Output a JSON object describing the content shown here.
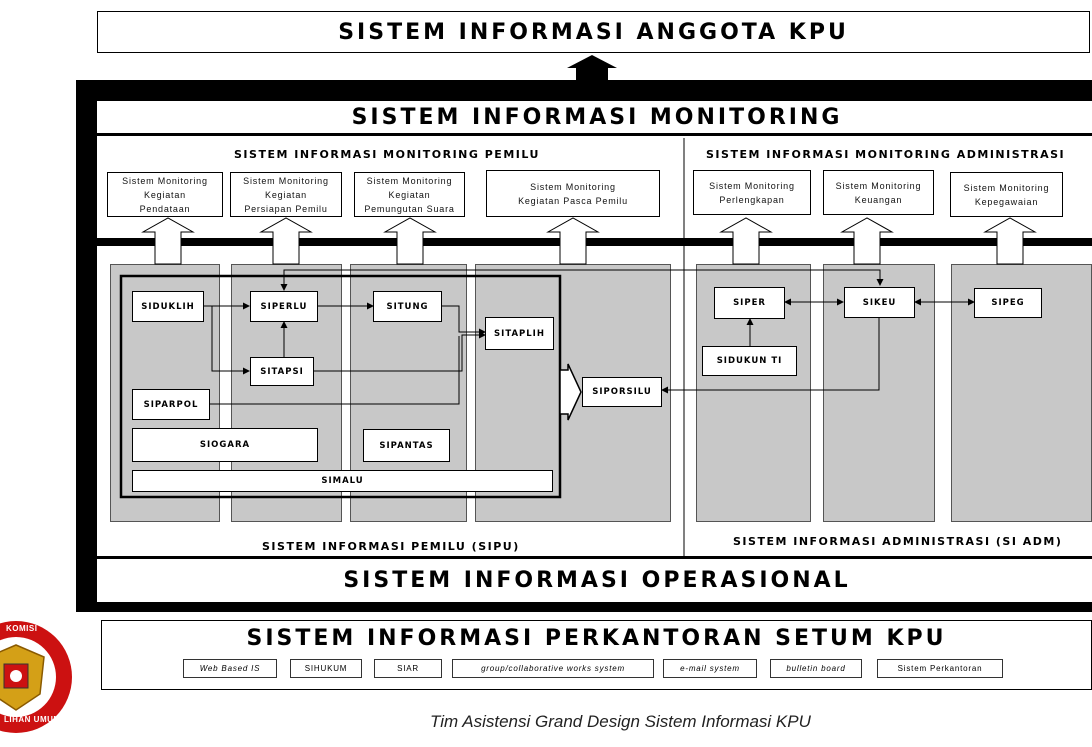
{
  "titles": {
    "anggota": "SISTEM INFORMASI ANGGOTA KPU",
    "monitoring": "SISTEM INFORMASI MONITORING",
    "operasional": "SISTEM INFORMASI OPERASIONAL",
    "perkantoran": "SISTEM INFORMASI PERKANTORAN SETUM KPU"
  },
  "sections": {
    "monitoring_pemilu": "SISTEM INFORMASI MONITORING PEMILU",
    "monitoring_administrasi": "SISTEM INFORMASI MONITORING ADMINISTRASI",
    "sipu": "SISTEM INFORMASI PEMILU (SIPU)",
    "si_adm": "SISTEM INFORMASI ADMINISTRASI (SI ADM)"
  },
  "monitoring_boxes": {
    "pendataan": "Sistem Monitoring\nKegiatan\nPendataan",
    "persiapan": "Sistem Monitoring\nKegiatan\nPersiapan Pemilu",
    "pemungutan": "Sistem Monitoring\nKegiatan\nPemungutan Suara",
    "pasca": "Sistem Monitoring\nKegiatan Pasca Pemilu",
    "perlengkapan": "Sistem Monitoring\nPerlengkapan",
    "keuangan": "Sistem Monitoring\nKeuangan",
    "kepegawaian": "Sistem Monitoring\nKepegawaian"
  },
  "systems": {
    "siduklih": "SIDUKLIH",
    "siperlu": "SIPERLU",
    "situng": "SITUNG",
    "sitaplih": "SITAPLIH",
    "sitapsi": "SITAPSI",
    "siparpol": "SIPARPOL",
    "siogara": "SIOGARA",
    "sipantas": "SIPANTAS",
    "simalu": "SIMALU",
    "siporsilu": "SIPORSILU",
    "siper": "SIPER",
    "sikeu": "SIKEU",
    "sipeg": "SIPEG",
    "sidukun_ti": "SIDUKUN TI"
  },
  "perkantoran_items": {
    "web": "Web Based IS",
    "sihukum": "SIHUKUM",
    "siar": "SIAR",
    "group": "group/collaborative works system",
    "email": "e-mail system",
    "bulletin": "bulletin board",
    "sp": "Sistem Perkantoran"
  },
  "logo": {
    "top_text": "KOMISI",
    "bottom_text": "LIHAN UMUM"
  },
  "footer": "Tim Asistensi Grand Design Sistem Informasi KPU",
  "colors": {
    "column_fill": "#c8c8c8",
    "frame": "#000000",
    "logo_red": "#cc1111",
    "logo_gold": "#d4a017"
  }
}
